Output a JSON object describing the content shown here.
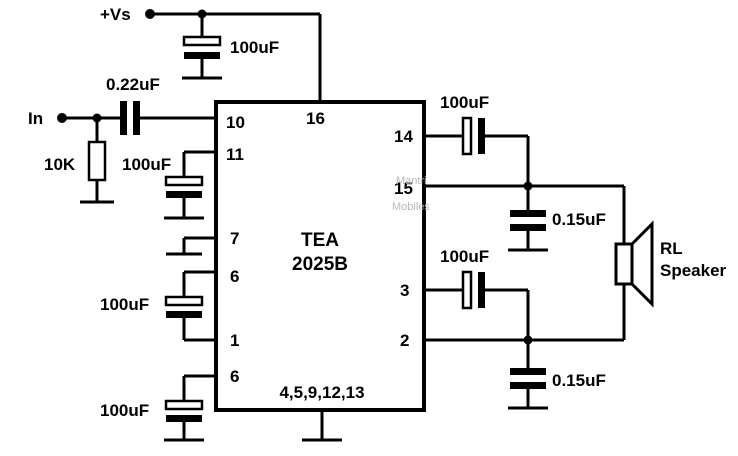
{
  "supply_label": "+Vs",
  "input_label": "In",
  "ic": {
    "name_line1": "TEA",
    "name_line2": "2025B",
    "ground_pins": "4,5,9,12,13"
  },
  "pins": {
    "p10": "10",
    "p16": "16",
    "p11": "11",
    "p7": "7",
    "p6a": "6",
    "p1": "1",
    "p6b": "6",
    "p14": "14",
    "p15": "15",
    "p3": "3",
    "p2": "2"
  },
  "components": {
    "c_supply": "100uF",
    "c_input": "0.22uF",
    "r_input": "10K",
    "c_pin11": "100uF",
    "c_pin6_1": "100uF",
    "c_pin6b": "100uF",
    "c_out14": "100uF",
    "c_out3": "100uF",
    "c_shunt15": "0.15uF",
    "c_shunt2": "0.15uF"
  },
  "speaker": {
    "line1": "RL",
    "line2": "Speaker"
  },
  "watermark": {
    "line1": "Mantri",
    "line2": "Mobiles"
  }
}
